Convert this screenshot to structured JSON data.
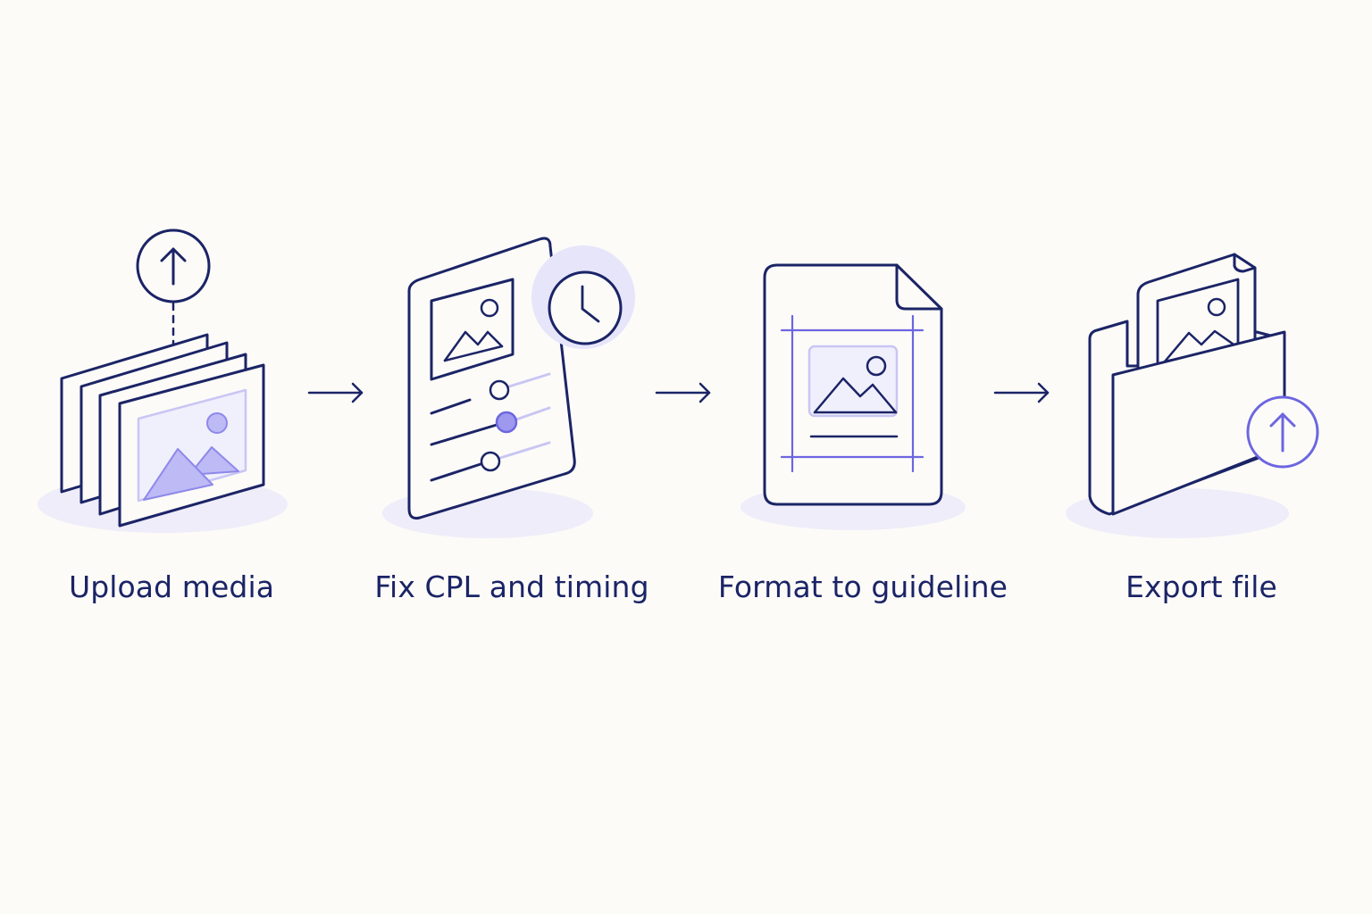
{
  "colors": {
    "background": "#fcfbf8",
    "line": "#1b2466",
    "accent": "#6c66e0",
    "accent_fill": "#bdbaf5",
    "accent_soft": "#e6e5fa",
    "panel_fill": "#f3f2fd",
    "shadow": "#eeedf9"
  },
  "steps": [
    {
      "label": "Upload media",
      "icon": "stacked-images-upload-icon"
    },
    {
      "label": "Fix CPL and timing",
      "icon": "document-timeline-clock-icon"
    },
    {
      "label": "Format to guideline",
      "icon": "document-layout-guides-icon"
    },
    {
      "label": "Export file",
      "icon": "folder-export-upload-icon"
    }
  ],
  "connectors": [
    "right-arrow-icon",
    "right-arrow-icon",
    "right-arrow-icon"
  ]
}
